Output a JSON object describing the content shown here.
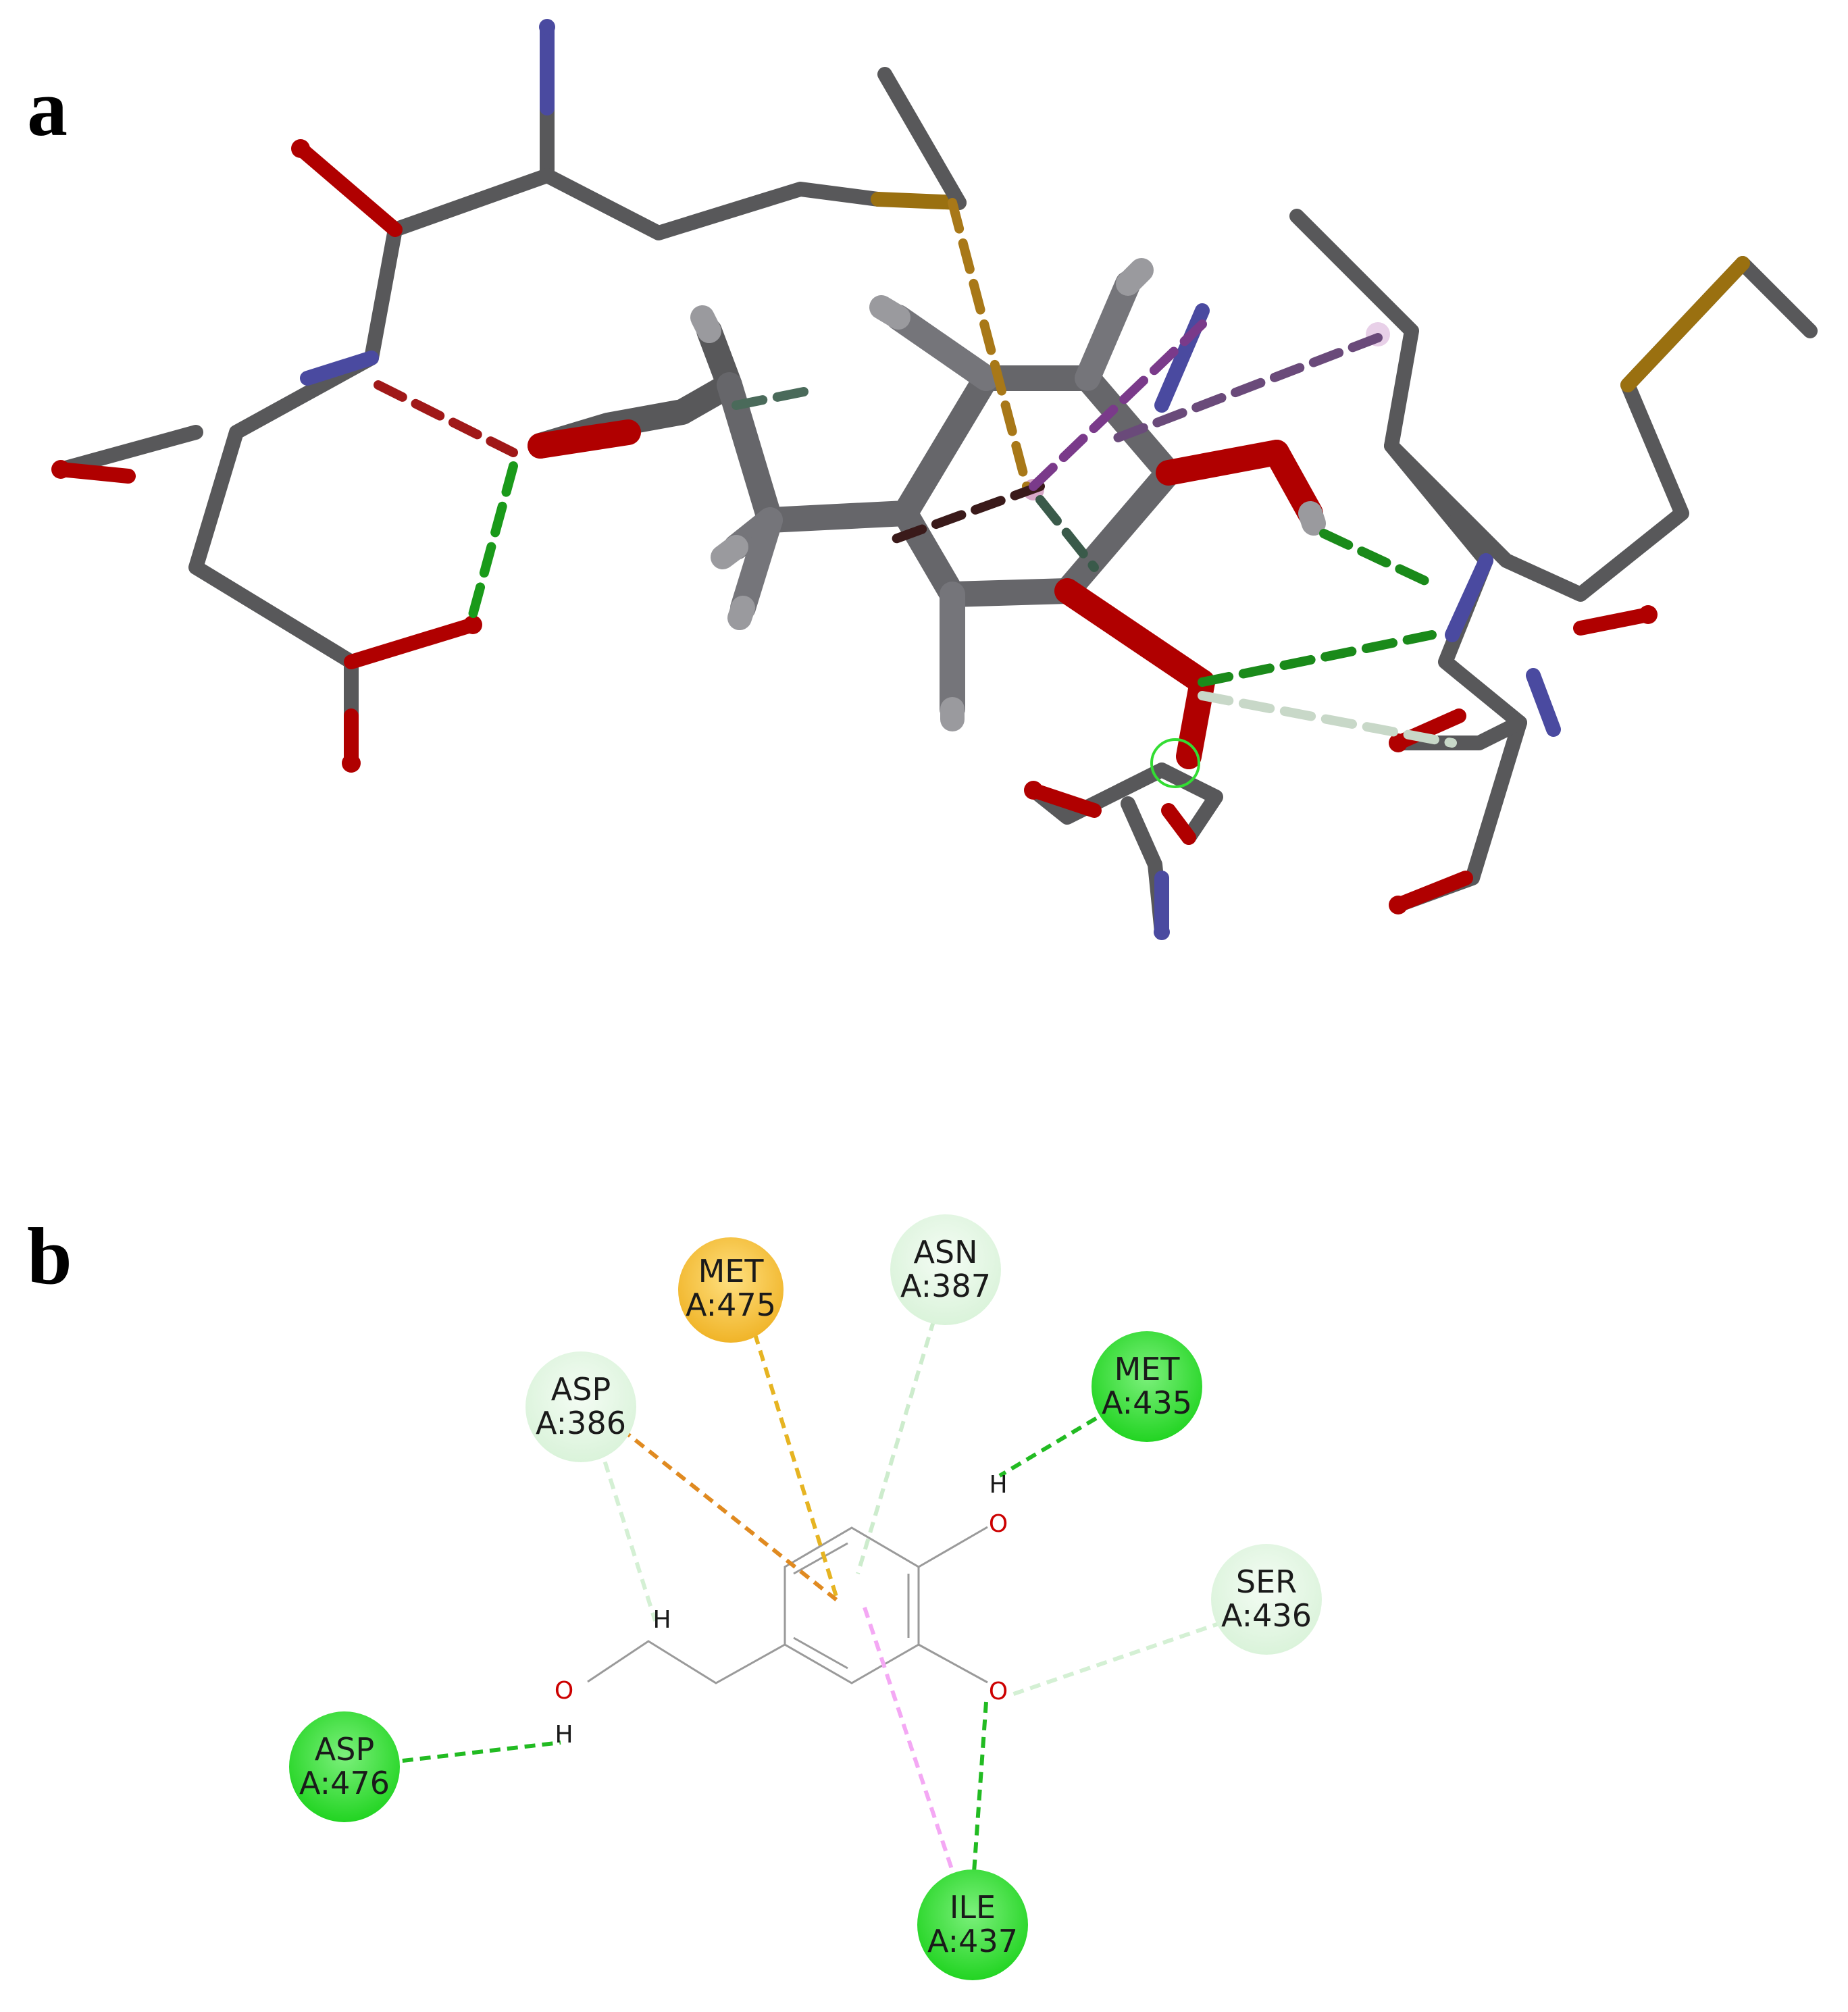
{
  "panels": [
    {
      "label": "a"
    },
    {
      "label": "b"
    }
  ],
  "colors": {
    "carbon": "#5a5a5c",
    "oxygen": "#b00000",
    "nitrogen": "#4a4aa0",
    "sulfur": "#9a7010",
    "hydrogen": "#c8c8c8",
    "conventional_hbond": "#22cc22",
    "carbon_hbond": "#d8f5d8",
    "pi_sulfur": "#e6b422",
    "pi_anion": "#e08a20",
    "pi_alkyl": "#f4a8f4"
  },
  "residues": [
    {
      "name": "MET",
      "id": "A:475",
      "kind": "pi-sulfur"
    },
    {
      "name": "ASN",
      "id": "A:387",
      "kind": "carbon-hbond"
    },
    {
      "name": "MET",
      "id": "A:435",
      "kind": "conventional-hbond"
    },
    {
      "name": "ASP",
      "id": "A:386",
      "kind": "carbon-hbond"
    },
    {
      "name": "SER",
      "id": "A:436",
      "kind": "carbon-hbond"
    },
    {
      "name": "ASP",
      "id": "A:476",
      "kind": "conventional-hbond"
    },
    {
      "name": "ILE",
      "id": "A:437",
      "kind": "conventional-hbond"
    }
  ],
  "atoms": {
    "h_top_hydroxyl": "H",
    "o_hydroxyl": "O",
    "o_ether": "O",
    "h_chain": "H",
    "o_chain": "O",
    "h_chain_bottom": "H"
  }
}
